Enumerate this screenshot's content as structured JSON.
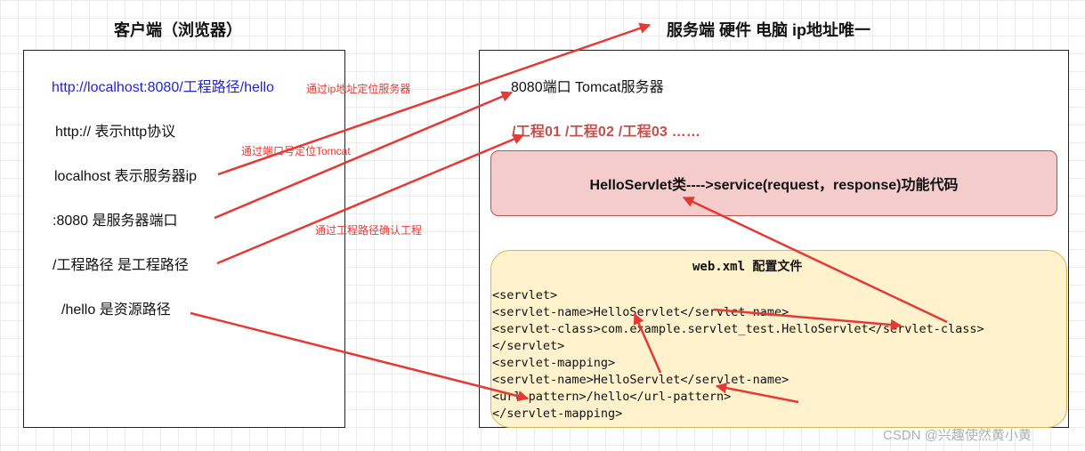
{
  "client": {
    "title": "客户端（浏览器）",
    "lines": [
      "http://localhost:8080/工程路径/hello",
      "http://  表示http协议",
      "localhost  表示服务器ip",
      ":8080  是服务器端口",
      "/工程路径  是工程路径",
      "/hello  是资源路径"
    ]
  },
  "server": {
    "title": "服务端 硬件 电脑 ip地址唯一",
    "port_line": "8080端口  Tomcat服务器",
    "projects": "/工程01    /工程02  /工程03  ……",
    "servlet_class": "HelloServlet类---->service(request，response)功能代码",
    "xml_title": "web.xml 配置文件",
    "xml_lines": [
      "<servlet>",
      "    <servlet-name>HelloServlet</servlet-name>",
      "    <servlet-class>com.example.servlet_test.HelloServlet</servlet-class>",
      "</servlet>",
      "<servlet-mapping>",
      "    <servlet-name>HelloServlet</servlet-name>",
      "    <url-pattern>/hello</url-pattern>",
      "</servlet-mapping>"
    ]
  },
  "notes": {
    "ip": "通过ip地址定位服务器",
    "port": "通过端口号定位Tomcat",
    "project": "通过工程路径确认工程"
  },
  "watermark": "CSDN @兴趣使然黄小黄",
  "colors": {
    "arrow": "#e53935",
    "url_text": "#2222dd",
    "servlet_fill": "#f4cccc",
    "servlet_border": "#b85450",
    "xml_fill": "#fff2cc",
    "xml_border": "#d6b656",
    "project_text": "#c0504d"
  }
}
